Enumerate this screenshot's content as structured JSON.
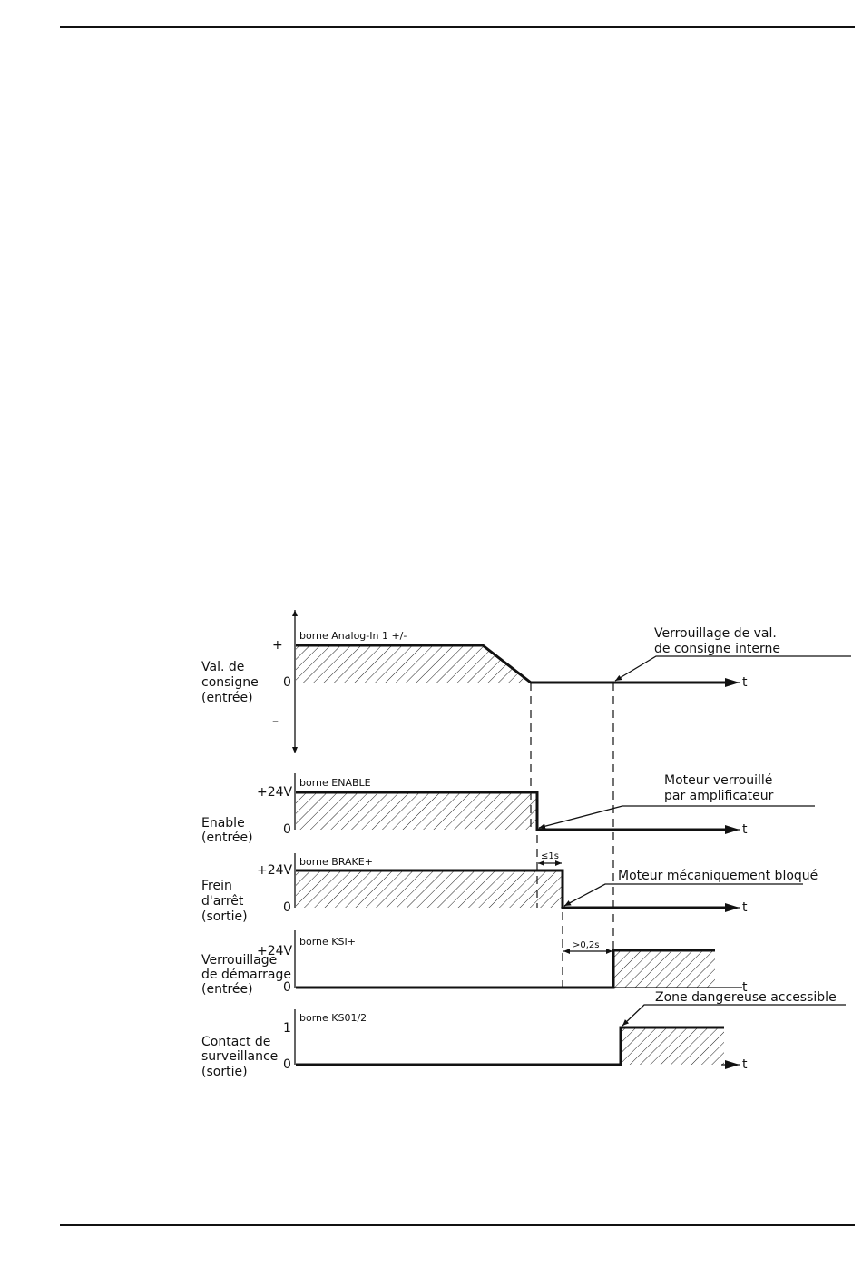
{
  "axis_label": "t",
  "signals": [
    {
      "id": "setpoint",
      "label_lines": [
        "Val. de",
        "consigne",
        "(entrée)"
      ],
      "terminal": "borne Analog-In 1 +/-",
      "levels": [
        "+",
        "0",
        "–"
      ]
    },
    {
      "id": "enable",
      "label_lines": [
        "Enable",
        "(entrée)"
      ],
      "terminal": "borne ENABLE",
      "levels": [
        "+24V",
        "0"
      ]
    },
    {
      "id": "brake",
      "label_lines": [
        "Frein",
        "d'arrêt",
        "(sortie)"
      ],
      "terminal": "borne BRAKE+",
      "levels": [
        "+24V",
        "0"
      ]
    },
    {
      "id": "ksi",
      "label_lines": [
        "Verrouillage",
        "de démarrage",
        "(entrée)"
      ],
      "terminal": "borne KSI+",
      "levels": [
        "+24V",
        "0"
      ]
    },
    {
      "id": "ks",
      "label_lines": [
        "Contact de",
        "surveillance",
        "(sortie)"
      ],
      "terminal": "borne KS01/2",
      "levels": [
        "1",
        "0"
      ]
    }
  ],
  "callouts": [
    {
      "id": "setpoint-lock",
      "lines": [
        "Verrouillage de val.",
        "de consigne interne"
      ]
    },
    {
      "id": "motor-lock",
      "lines": [
        "Moteur verrouillé",
        "par amplificateur"
      ]
    },
    {
      "id": "motor-blocked",
      "lines": [
        "Moteur mécaniquement bloqué"
      ]
    },
    {
      "id": "danger-zone",
      "lines": [
        "Zone dangereuse accessible"
      ]
    }
  ],
  "timings": {
    "brake_delay": "≤1s",
    "restart_delay": ">0,2s"
  }
}
